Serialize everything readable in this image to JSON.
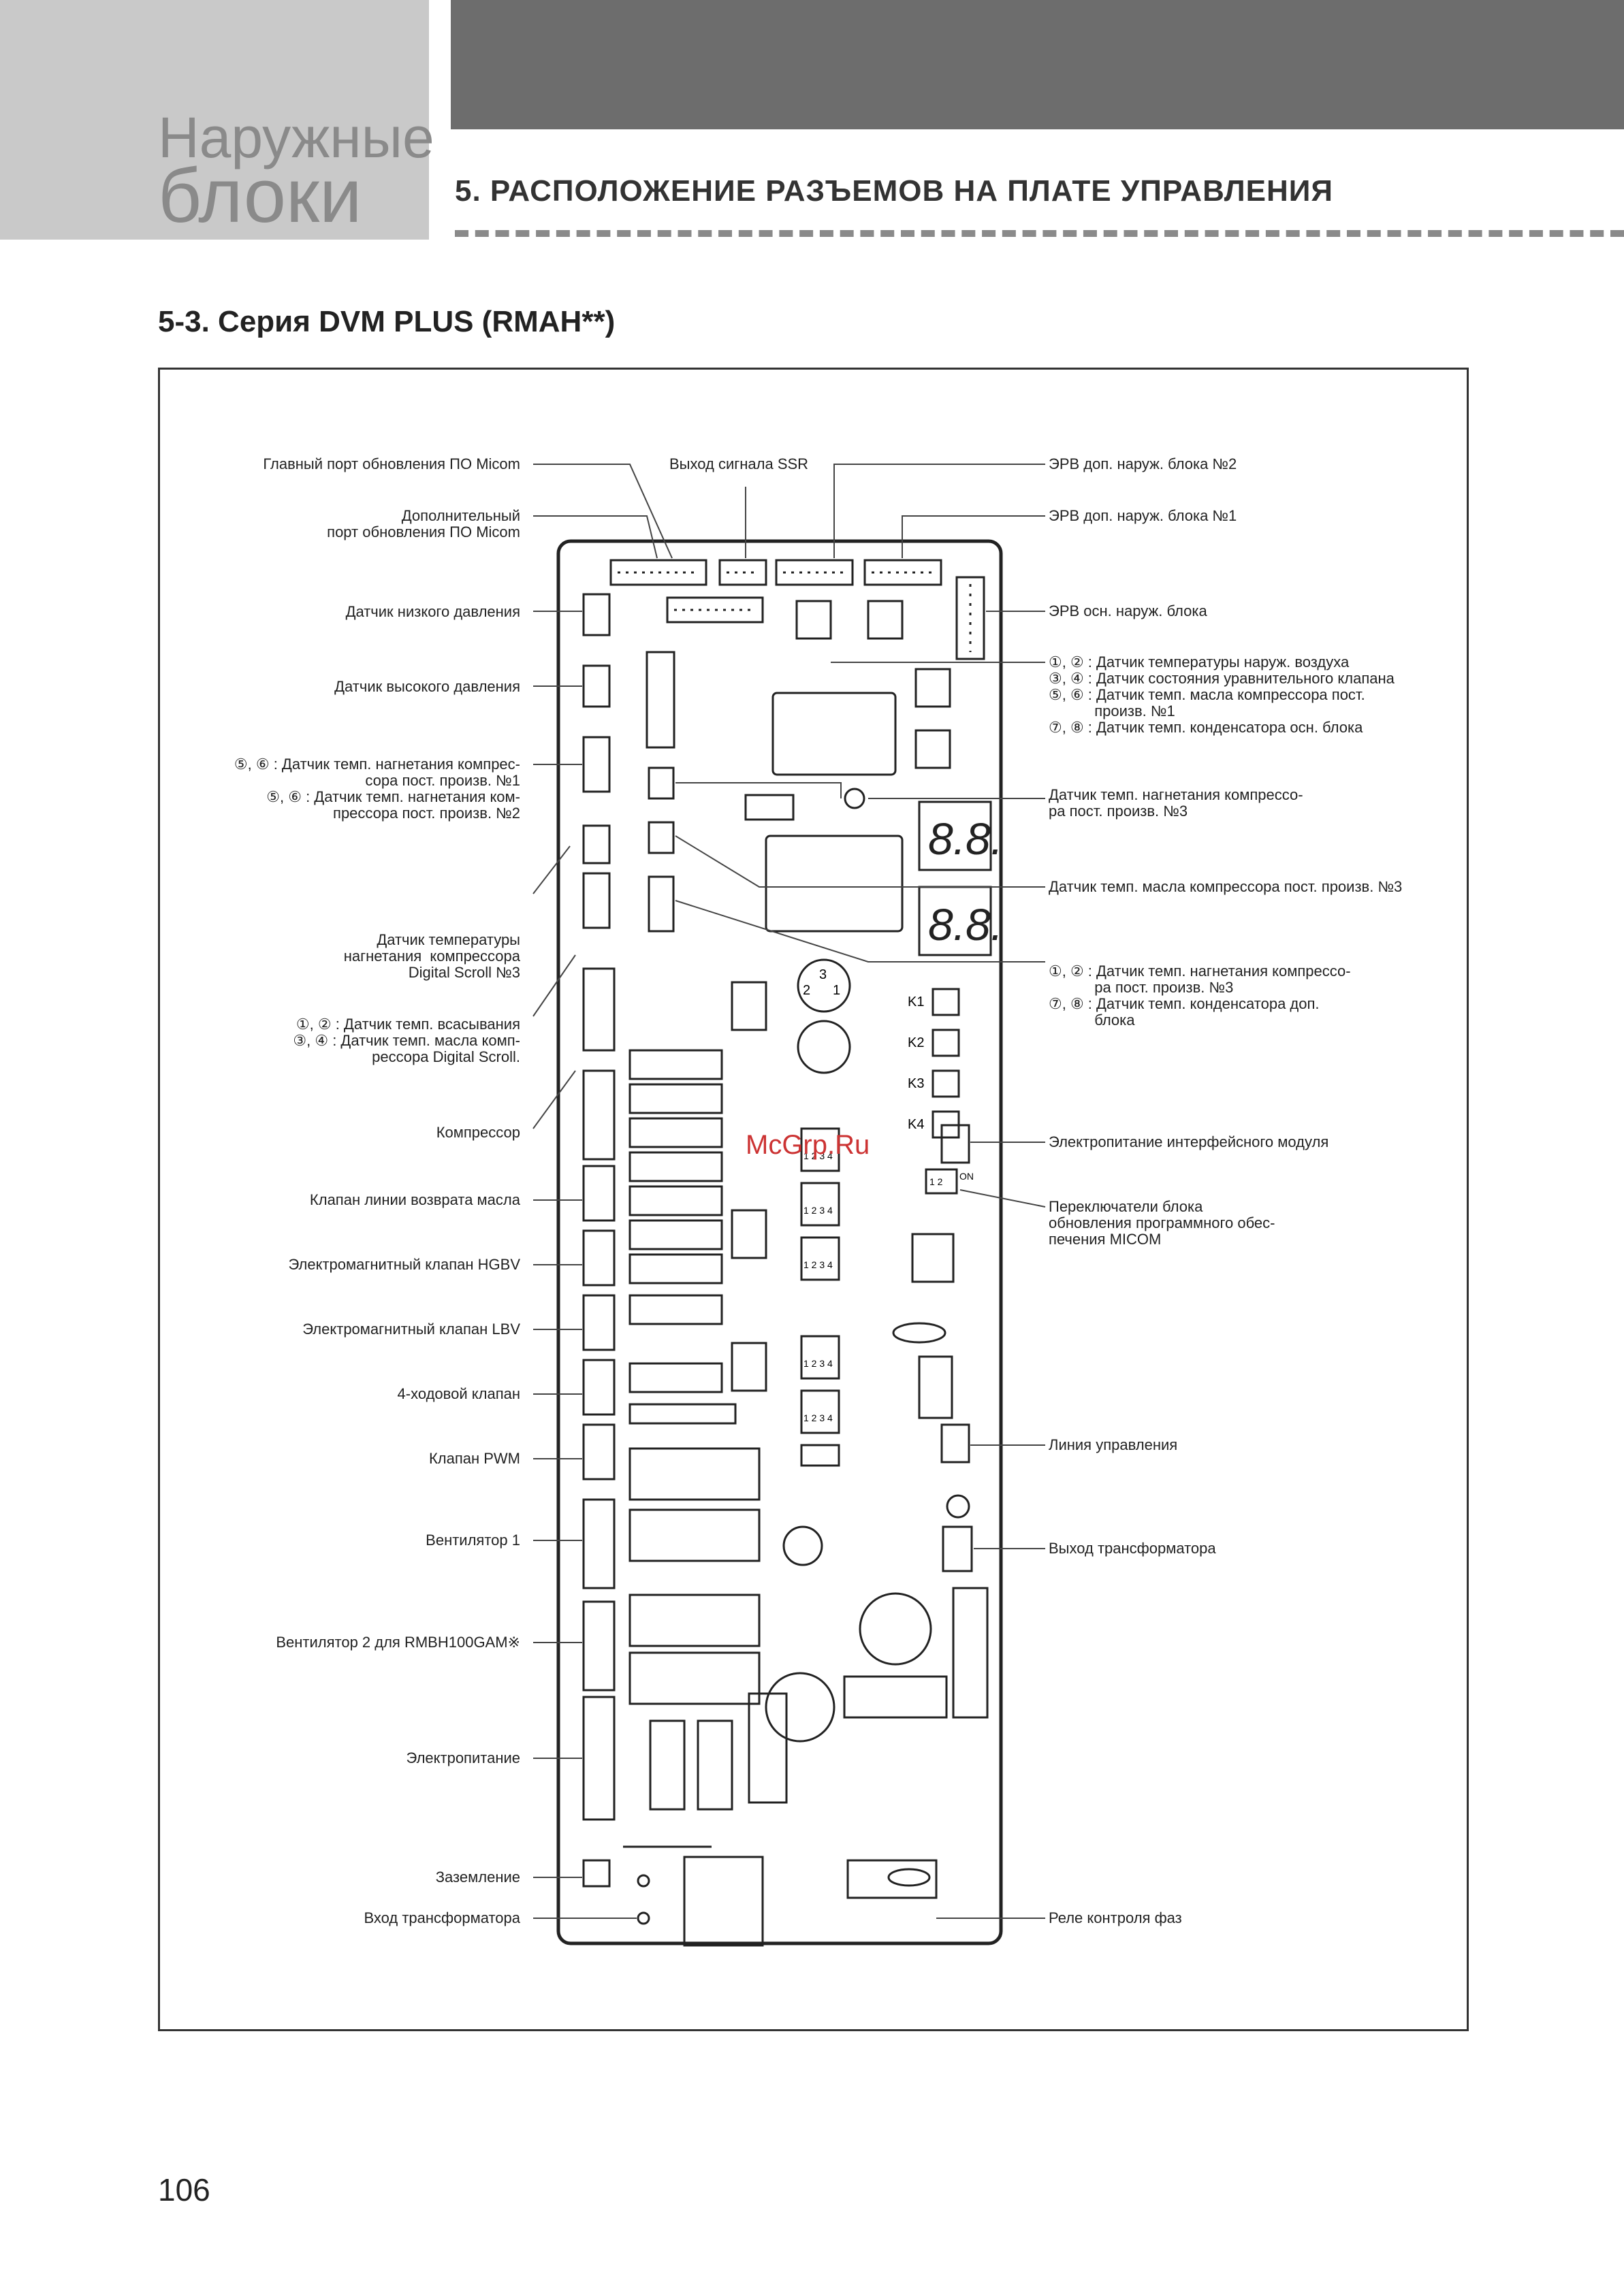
{
  "header": {
    "section_line1": "Наружные",
    "section_line2": "блоки",
    "chapter_title": "5. РАСПОЛОЖЕНИЕ РАЗЪЕМОВ НА ПЛАТЕ УПРАВЛЕНИЯ"
  },
  "subtitle": "5-3. Серия DVM PLUS (RMAH**)",
  "diagram": {
    "left_labels": [
      "Главный порт обновления ПО Micom",
      "Дополнительный\nпорт обновления ПО Micom",
      "Датчик низкого давления",
      "Датчик высокого давления",
      "⑤, ⑥ : Датчик темп. нагнетания компрес-\nсора пост. произв. №1\n⑤, ⑥ : Датчик темп. нагнетания ком-\nпрессора пост. произв. №2",
      "Датчик температуры\nнагнетания  компрессора\nDigital Scroll №3",
      "①, ② : Датчик темп. всасывания\n③, ④ : Датчик темп. масла комп-\nрессора Digital Scroll.",
      "Компрессор",
      "Клапан линии возврата масла",
      "Электромагнитный клапан HGBV",
      "Электромагнитный клапан LBV",
      "4-ходовой клапан",
      "Клапан PWM",
      "Вентилятор 1",
      "Вентилятор 2 для RMBH100GAM※",
      "Электропитание",
      "Заземление",
      "Вход трансформатора"
    ],
    "top_label": "Выход сигнала SSR",
    "right_labels": [
      "ЭРВ доп. наруж. блока №2",
      "ЭРВ доп. наруж. блока №1",
      "ЭРВ осн. наруж. блока",
      "①, ② : Датчик температуры наруж. воздуха\n③, ④ : Датчик состояния уравнительного клапана\n⑤, ⑥ : Датчик темп. масла компрессора пост.\n           произв. №1\n⑦, ⑧ : Датчик темп. конденсатора осн. блока",
      "Датчик темп. нагнетания компрессо-\nра пост. произв. №3",
      "Датчик темп. масла компрессора пост. произв. №3",
      "①, ② : Датчик темп. нагнетания компрессо-\n           ра пост. произв. №3\n⑦, ⑧ : Датчик темп. конденсатора доп.\n           блока",
      "Электропитание интерфейсного модуля",
      "Переключатели блока\nобновления программного обес-\nпечения MICOM",
      "Линия управления",
      "Выход трансформатора",
      "Реле контроля фаз"
    ],
    "board_marks": {
      "display": "8.8.",
      "k_buttons": [
        "K1",
        "K2",
        "K3",
        "K4"
      ],
      "dip_on": "ON",
      "dip_numbers": "1 2 3 4",
      "dip_numbers_short": "1 2",
      "rotary": [
        "3",
        "2",
        "1"
      ]
    }
  },
  "watermark": "McGrp.Ru",
  "page_number": "106"
}
